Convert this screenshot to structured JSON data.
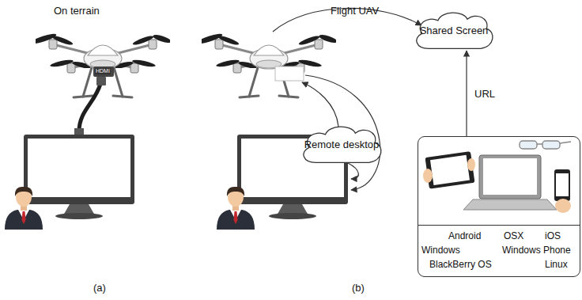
{
  "diagram": {
    "nodes": [
      {
        "text": [
          "Shared Screen"
        ]
      },
      {
        "text": [
          "Remote desktop"
        ]
      },
      {
        "text": [
          "Android",
          "OSX",
          "iOS",
          "Windows",
          "Windows Phone",
          "BlackBerry OS",
          "Linux"
        ]
      }
    ],
    "edges": [
      {
        "from": 2,
        "to": 0,
        "label": "URL",
        "arrow": "to"
      }
    ],
    "labels": [
      "On terrain",
      "Flight UAV",
      "HDMI",
      "(a)",
      "(b)"
    ]
  }
}
